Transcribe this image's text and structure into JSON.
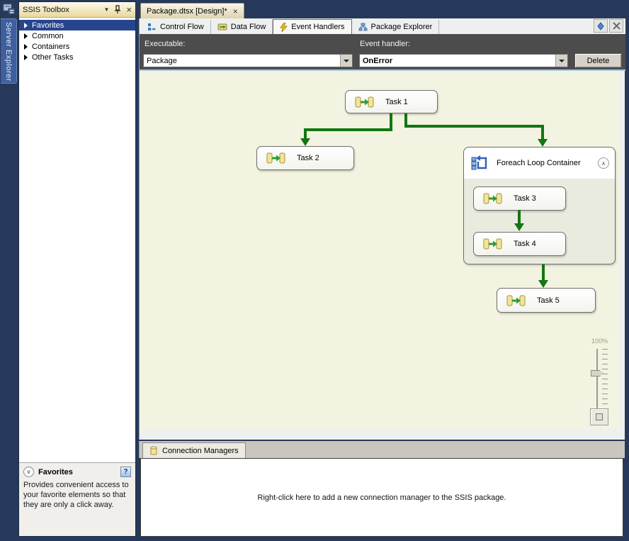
{
  "server_explorer_tab": {
    "label": "Server Explorer"
  },
  "toolbox": {
    "title": "SSIS Toolbox",
    "items": [
      {
        "label": "Favorites",
        "selected": true
      },
      {
        "label": "Common",
        "selected": false
      },
      {
        "label": "Containers",
        "selected": false
      },
      {
        "label": "Other Tasks",
        "selected": false
      }
    ],
    "info_panel": {
      "title": "Favorites",
      "description": "Provides convenient access to your favorite elements so that they are only a click away."
    }
  },
  "document_tab": {
    "label": "Package.dtsx [Design]*"
  },
  "view_tabs": {
    "control_flow": "Control Flow",
    "data_flow": "Data Flow",
    "event_handlers": "Event Handlers",
    "package_explorer": "Package Explorer"
  },
  "toolbar": {
    "executable_label": "Executable:",
    "executable_value": "Package",
    "event_handler_label": "Event handler:",
    "event_handler_value": "OnError",
    "delete_label": "Delete"
  },
  "canvas": {
    "tasks": {
      "t1": "Task 1",
      "t2": "Task 2",
      "t3": "Task 3",
      "t4": "Task 4",
      "t5": "Task 5"
    },
    "container_label": "Foreach Loop Container",
    "zoom_level": "100%"
  },
  "connection_managers": {
    "tab_label": "Connection Managers",
    "hint": "Right-click here to add a new connection manager to the SSIS package."
  },
  "icons": {
    "close": "×",
    "caret_down": "▼",
    "chevron_up": "∧",
    "chevron_down": "∨",
    "help": "?"
  },
  "colors": {
    "frame": "#27395a",
    "selection": "#27458f",
    "surface": "#f3f3e1",
    "connector": "#117711",
    "toolbar_dark": "#4c4c4c"
  }
}
